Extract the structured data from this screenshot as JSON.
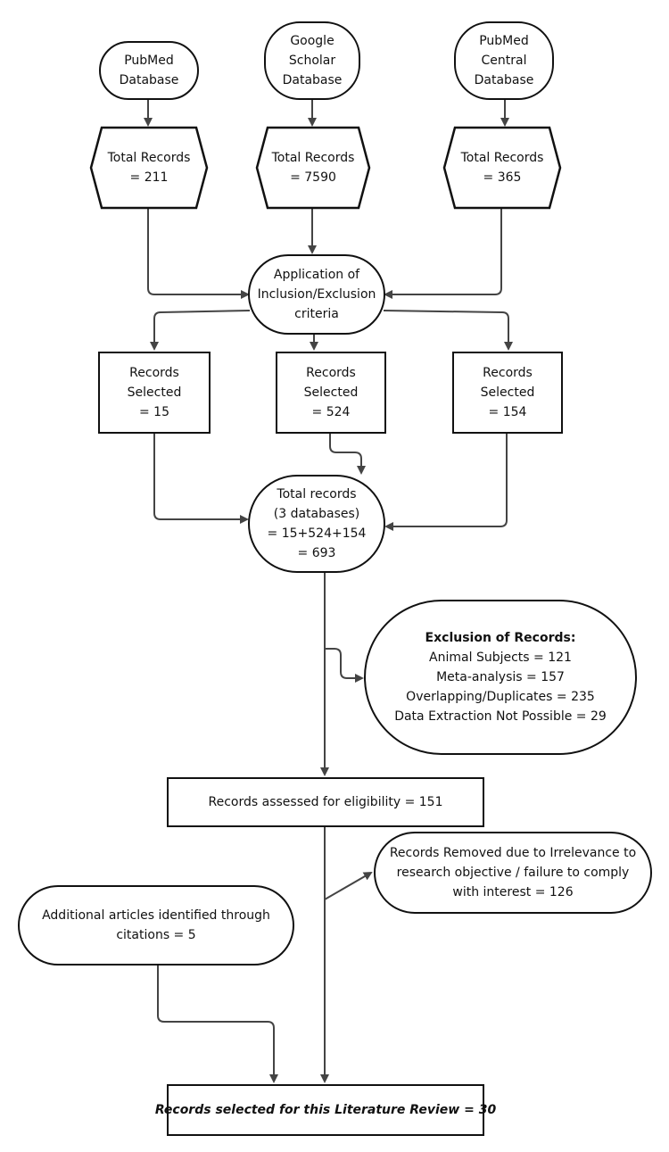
{
  "sources": [
    {
      "lines": [
        "PubMed",
        "Database"
      ]
    },
    {
      "lines": [
        "Google",
        "Scholar",
        "Database"
      ]
    },
    {
      "lines": [
        "PubMed",
        "Central",
        "Database"
      ]
    }
  ],
  "totals": [
    {
      "lines": [
        "Total Records",
        "= 211"
      ]
    },
    {
      "lines": [
        "Total Records",
        "= 7590"
      ]
    },
    {
      "lines": [
        "Total Records",
        "= 365"
      ]
    }
  ],
  "criteria": {
    "lines": [
      "Application of",
      "Inclusion/Exclusion",
      "criteria"
    ]
  },
  "selected": [
    {
      "lines": [
        "Records",
        "Selected",
        "= 15"
      ]
    },
    {
      "lines": [
        "Records",
        "Selected",
        "= 524"
      ]
    },
    {
      "lines": [
        "Records",
        "Selected",
        "= 154"
      ]
    }
  ],
  "combined": {
    "lines": [
      "Total records",
      "(3 databases)",
      "= 15+524+154",
      "= 693"
    ]
  },
  "exclusion": {
    "title": "Exclusion of Records:",
    "lines": [
      "Animal Subjects = 121",
      "Meta-analysis = 157",
      "Overlapping/Duplicates = 235",
      "Data Extraction Not Possible = 29"
    ]
  },
  "assessed": {
    "text": "Records assessed for eligibility = 151"
  },
  "removed": {
    "lines": [
      "Records Removed due to Irrelevance to",
      "research objective / failure to comply",
      "with interest  = 126"
    ]
  },
  "additional": {
    "lines": [
      "Additional articles identified through",
      "citations = 5"
    ]
  },
  "final": {
    "text": "Records selected for this Literature Review = 30"
  }
}
